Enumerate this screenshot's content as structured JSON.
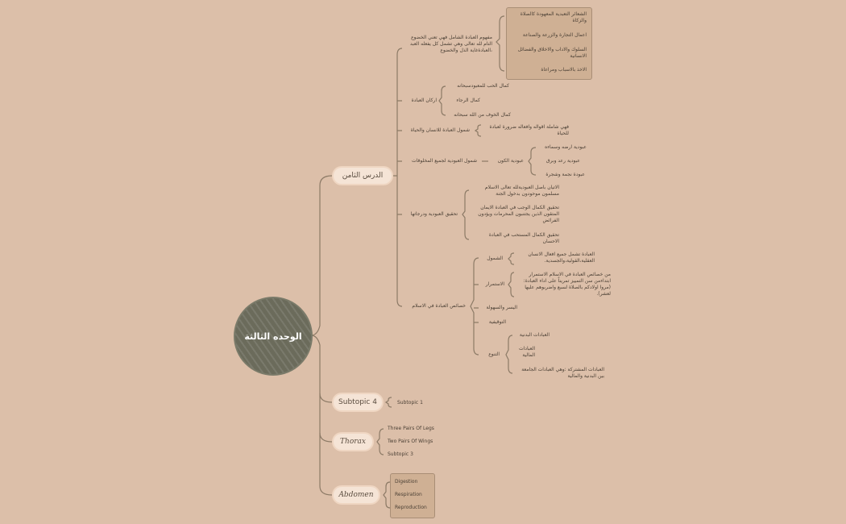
{
  "central": "الوحده الثالثة",
  "topics": {
    "lesson8": "الدرس الثامن",
    "subtopic4": "Subtopic 4",
    "thorax": "Thorax",
    "abdomen": "Abdomen"
  },
  "lesson8": {
    "concept": {
      "label": "مفهوم العبادة الشامل فهي تعني الخضوع التام لله تعالى وهي تشمل كل يفعله العبد ،العبادةغاية الذل والخضوع",
      "items": [
        "الشعائر التعبدية المعهودة كالصلاة والزكاة",
        "اعمال التجارة والزرعة والصناعة",
        "السلوك والاداب والاخلاق والفضائل الانسانية",
        "الاخذ بالاسباب ومراعاة"
      ]
    },
    "pillars": {
      "label": "اركان العبادة",
      "items": [
        "كمال الحب للمعبودسبحانه",
        "كمال الرجاء",
        "كمال الخوف من الله سبحانه"
      ]
    },
    "comprehensive": {
      "label": "شمول العبادة للانسان والحياة",
      "item": "فهي شاملة اقواله وافعاله ضرورة لعبادة للحياة"
    },
    "creatures": {
      "label": "شمول العبودية لجميع المخلوقات",
      "sub": "عبودية الكون",
      "items": [
        "عبودية ارضه وسماءه",
        "عبودية رعد وبرق",
        "عبودة نجمة وشجرة"
      ]
    },
    "realization": {
      "label": "تحقيق العبودية ودرجاتها",
      "items": [
        "الاتيان باصل العبوديةلله تعالى الاسلام مسلمون موحودون بدخول الجنة",
        "تحقيق الكمال الوجب في العبادة الايمان المتقون الذين يجتنبون المحرمات ويؤدون الفرائض",
        "تحقيق الكمال المستحب في العبادة الاحسان"
      ]
    },
    "features": {
      "label": "خصائص العبادة في الاسلام",
      "inclusive": {
        "label": "الشمول",
        "item": "العبادة تشمل جميع افعال الانسان العقلية،القولية،والجسدية."
      },
      "continuity": {
        "label": "الاستمرار",
        "item": "من خصائص العبادة في الاسلام الاستمرار ابتداءمن سن التمييز تمريناً على اداء العبادة:(مروا اولادكم بالصلاة لسبع واضربوهم عليها لعشر)."
      },
      "ease": "اليسر والسهولة",
      "tawqifiya": "التوقيفية",
      "diversity": {
        "label": "التنوع",
        "items": [
          "العبادات البدنية",
          "العبادات المالية",
          "العبادات المشتركة :وهي العبادات الجامعة بين البدنية والمالية"
        ]
      }
    }
  },
  "subtopic4": {
    "children": [
      "Subtopic 1"
    ]
  },
  "thorax": {
    "children": [
      "Three Pairs Of Legs",
      "Two Pairs Of Wings",
      "Subtopic 3"
    ]
  },
  "abdomen": {
    "children": [
      "Digestion",
      "Respiration",
      "Reproduction"
    ]
  },
  "colors": {
    "background": "#dcbfa9",
    "central": "#6b6b5b",
    "topic": "#f5e4d6",
    "line": "#8c7a66",
    "box": "#cfb094"
  }
}
